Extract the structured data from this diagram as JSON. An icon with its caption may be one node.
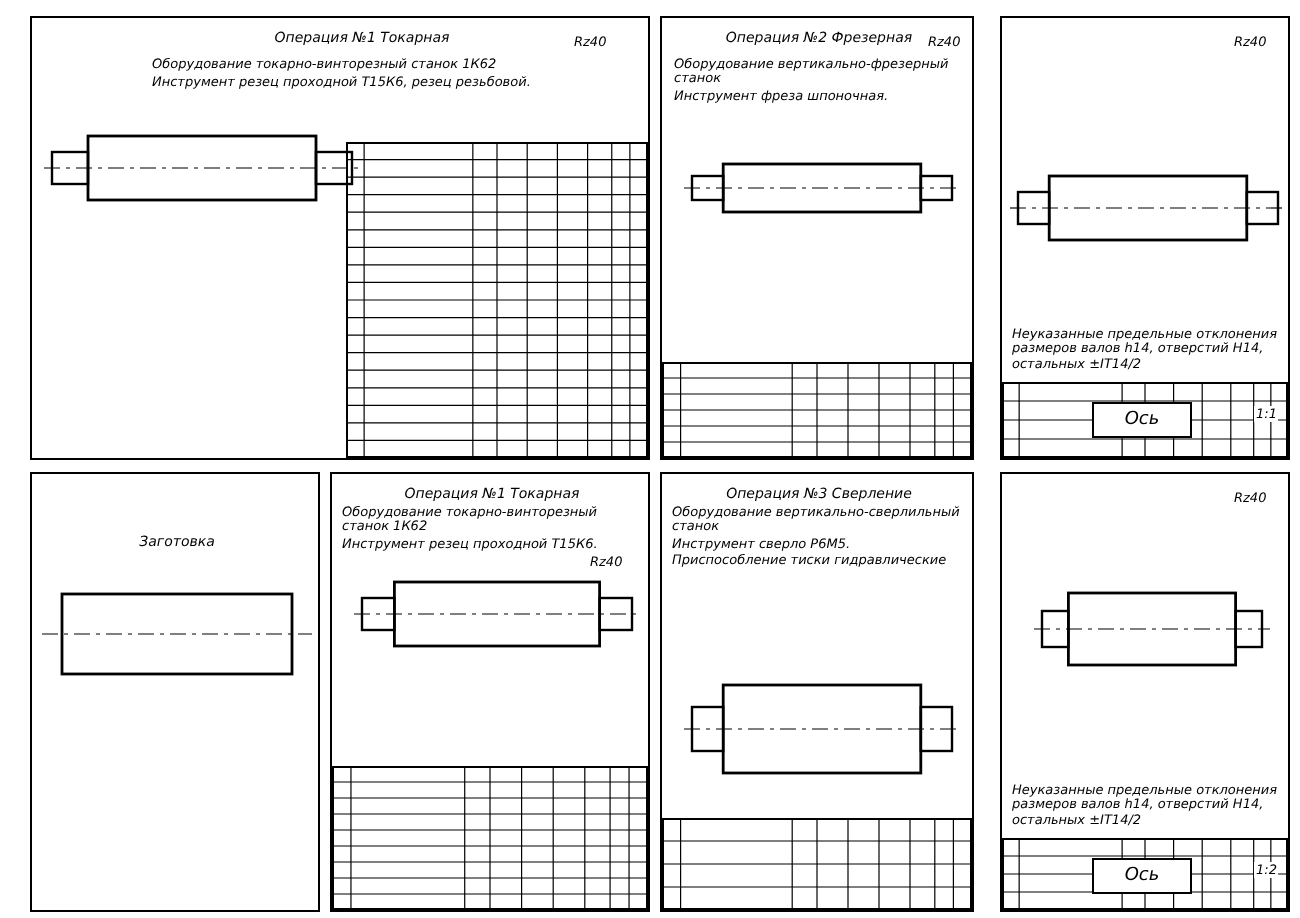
{
  "diagram": {
    "nodes": [
      {
        "text": [
          "Операция №1 Токарная",
          "Оборудование токарно-винторезный станок 1К62",
          "Инструмент резец проходной Т15К6, резец резьбовой."
        ]
      },
      {
        "text": [
          "Операция №2 Фрезерная",
          "Оборудование вертикально-фрезерный станок",
          "Инструмент фреза шпоночная."
        ]
      },
      {
        "text": [
          "Неуказанные предельные отклонения размеров валов h14, отверстий H14, остальных ±IT14/2"
        ]
      },
      {
        "text": [
          "Заготовка"
        ]
      },
      {
        "text": [
          "Операция №1 Токарная",
          "Оборудование токарно-винторезный станок 1К62",
          "Инструмент резец проходной Т15К6."
        ]
      },
      {
        "text": [
          "Операция №3 Сверление",
          "Оборудование вертикально-сверлильный станок",
          "Инструмент сверло Р6М5.",
          "Приспособление тиски гидравлические"
        ]
      },
      {
        "text": [
          "Неуказанные предельные отклонения размеров валов h14, отверстий H14, остальных ±IT14/2"
        ]
      },
      {
        "text": [
          "Ось"
        ],
        "in": 2
      },
      {
        "text": [
          "Ось"
        ],
        "in": 6
      }
    ],
    "labels": [
      "Rz40",
      "Rz40",
      "Rz40",
      "1:1",
      "Rz40",
      "Rz40",
      "1:2"
    ]
  }
}
